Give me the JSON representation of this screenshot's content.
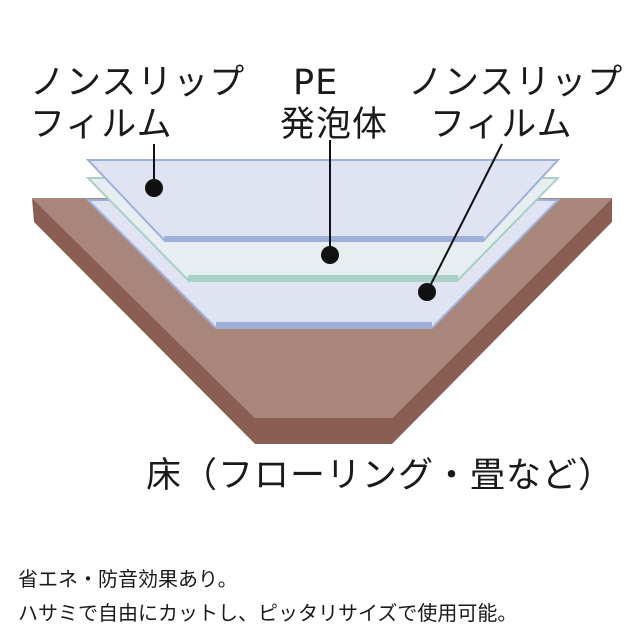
{
  "labels": {
    "left_film_line1": "ノンスリップ",
    "left_film_line2": "フィルム",
    "foam_line1": "PE",
    "foam_line2": "発泡体",
    "right_film_line1": "ノンスリップ",
    "right_film_line2": "フィルム",
    "floor": "床（フローリング・畳など）"
  },
  "captions": [
    "省エネ・防音効果あり。",
    "ハサミで自由にカットし、ピッタリサイズで使用可能。"
  ],
  "colors": {
    "floor_top": "#a8867c",
    "floor_side": "#8a5e52",
    "film": "#dfe3f2",
    "film_edge": "#9fb0d8",
    "foam_edge": "#a8d0c4",
    "foam": "#e6eef2",
    "leader": "#111111"
  }
}
